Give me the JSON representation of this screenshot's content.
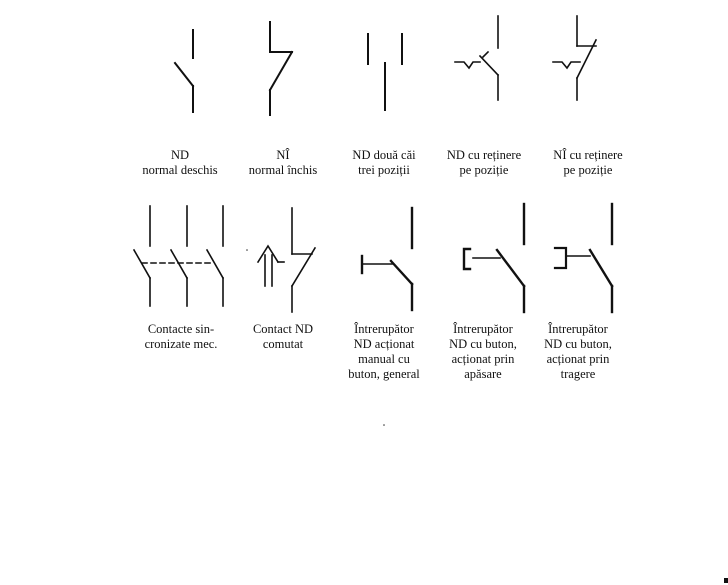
{
  "symbols": [
    {
      "id": "nd",
      "lines": [
        "ND",
        "normal deschis"
      ]
    },
    {
      "id": "ni",
      "lines": [
        "NÎ",
        "normal închis"
      ]
    },
    {
      "id": "nd-doua-cai",
      "lines": [
        "ND două căi",
        "trei poziții"
      ]
    },
    {
      "id": "nd-retinere",
      "lines": [
        "ND cu reținere",
        "pe poziție"
      ]
    },
    {
      "id": "ni-retinere",
      "lines": [
        "NÎ cu reținere",
        "pe poziție"
      ]
    },
    {
      "id": "contacte-sincronizate",
      "lines": [
        "Contacte sin-",
        "cronizate mec."
      ]
    },
    {
      "id": "contact-comutat",
      "lines": [
        "Contact ND",
        "comutat"
      ]
    },
    {
      "id": "intrerupator-manual",
      "lines": [
        "Întrerupător",
        "ND acționat",
        "manual cu",
        "buton, general"
      ]
    },
    {
      "id": "intrerupator-apasare",
      "lines": [
        "Întrerupător",
        "ND cu buton,",
        "acționat prin",
        "apăsare"
      ]
    },
    {
      "id": "intrerupator-tragere",
      "lines": [
        "Întrerupător",
        "ND cu buton,",
        "acționat prin",
        "tragere"
      ]
    }
  ]
}
